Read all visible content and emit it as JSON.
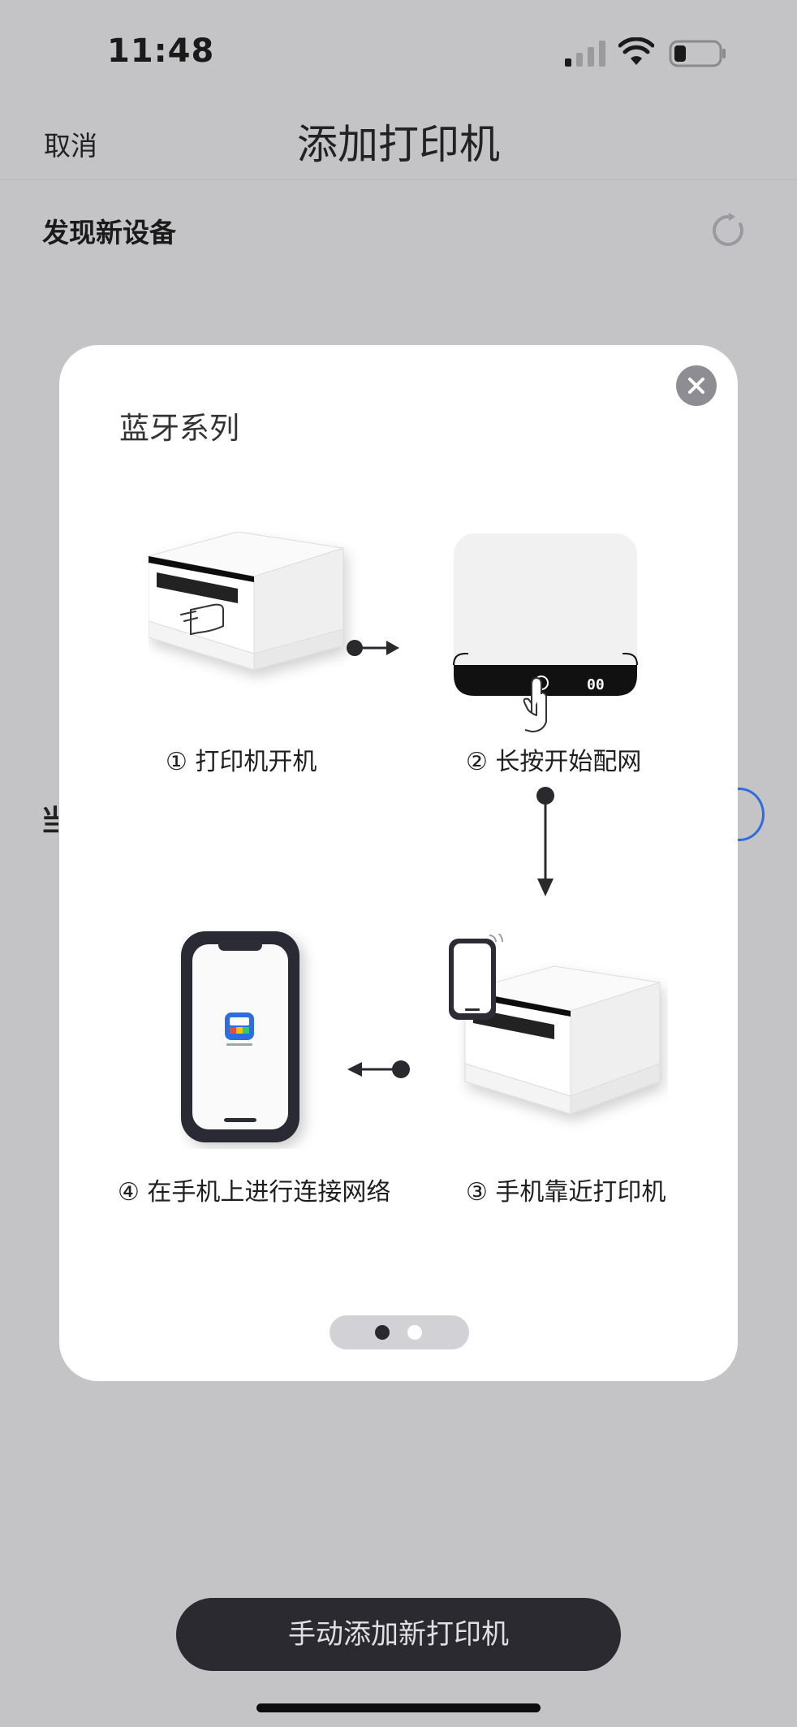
{
  "status_bar": {
    "time": "11:48"
  },
  "nav": {
    "cancel_label": "取消",
    "title": "添加打印机"
  },
  "section": {
    "title": "发现新设备"
  },
  "behind": {
    "partial_text": "当"
  },
  "modal": {
    "title": "蓝牙系列",
    "steps": [
      {
        "label": "① 打印机开机"
      },
      {
        "label": "② 长按开始配网"
      },
      {
        "label": "③ 手机靠近打印机"
      },
      {
        "label": "④ 在手机上进行连接网络"
      }
    ],
    "panel_display": "00",
    "pager": {
      "total": 2,
      "current": 1
    }
  },
  "footer": {
    "manual_add_label": "手动添加新打印机"
  },
  "colors": {
    "accent_blue": "#2f6cde",
    "dark": "#2a2a30",
    "overlay": "#c4c4c6"
  }
}
